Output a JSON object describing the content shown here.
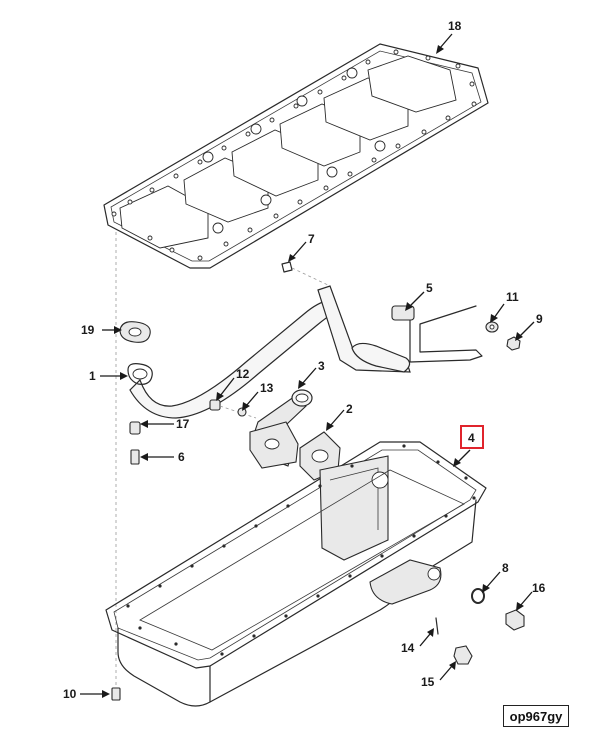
{
  "diagram": {
    "reference_code": "op967gy",
    "highlighted_callout": "4",
    "highlight_color": "#e0242c",
    "callouts": [
      {
        "id": "c18",
        "label": "18"
      },
      {
        "id": "c7",
        "label": "7"
      },
      {
        "id": "c5",
        "label": "5"
      },
      {
        "id": "c11",
        "label": "11"
      },
      {
        "id": "c9",
        "label": "9"
      },
      {
        "id": "c19",
        "label": "19"
      },
      {
        "id": "c1",
        "label": "1"
      },
      {
        "id": "c12",
        "label": "12"
      },
      {
        "id": "c13",
        "label": "13"
      },
      {
        "id": "c3",
        "label": "3"
      },
      {
        "id": "c2",
        "label": "2"
      },
      {
        "id": "c17",
        "label": "17"
      },
      {
        "id": "c6",
        "label": "6"
      },
      {
        "id": "c4",
        "label": "4"
      },
      {
        "id": "c8",
        "label": "8"
      },
      {
        "id": "c16",
        "label": "16"
      },
      {
        "id": "c14",
        "label": "14"
      },
      {
        "id": "c15",
        "label": "15"
      },
      {
        "id": "c10",
        "label": "10"
      }
    ]
  }
}
